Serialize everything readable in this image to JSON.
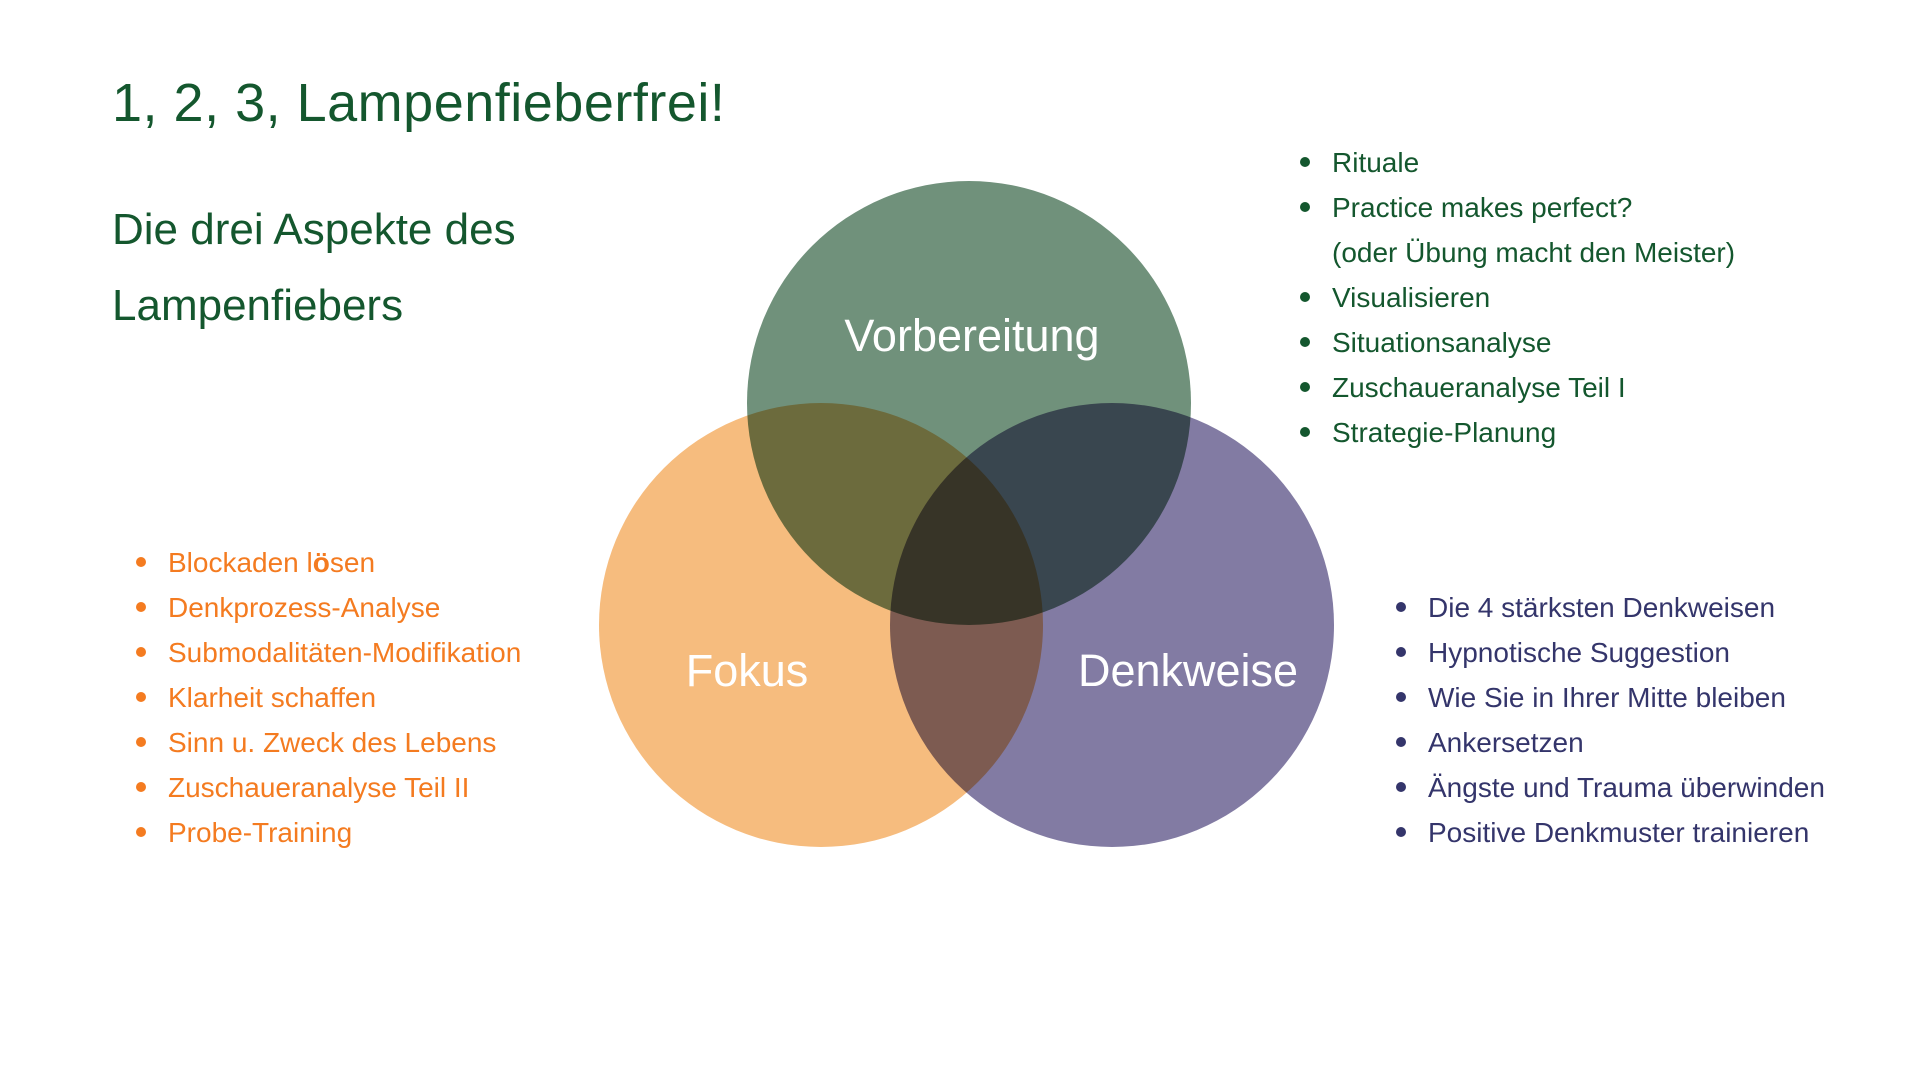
{
  "slide": {
    "title": "1, 2, 3, Lampenfieberfrei!",
    "subtitle_line1": "Die drei Aspekte des",
    "subtitle_line2": "Lampenfiebers"
  },
  "venn": {
    "circles": [
      {
        "label": "Vorbereitung",
        "color": "#70917b"
      },
      {
        "label": "Fokus",
        "color": "#f6bc7e"
      },
      {
        "label": "Denkweise",
        "color": "#827ba3"
      }
    ],
    "label_text_color": "#ffffff"
  },
  "lists": {
    "vorbereitung": {
      "color": "#14572e",
      "items": [
        "Rituale",
        "Practice makes perfect?",
        "(oder Übung macht den Meister)",
        "Visualisieren",
        "Situationsanalyse",
        "Zuschaueranalyse Teil I",
        "Strategie-Planung"
      ]
    },
    "fokus": {
      "color": "#f47b20",
      "item0": {
        "pre": "Blockaden l",
        "bold": "ö",
        "post": "sen"
      },
      "items": [
        "Denkprozess-Analyse",
        "Submodalitäten-Modifikation",
        "Klarheit schaffen",
        "Sinn u. Zweck des Lebens",
        "Zuschaueranalyse Teil II",
        "Probe-Training"
      ]
    },
    "denkweise": {
      "color": "#34356b",
      "items": [
        "Die 4 stärksten Denkweisen",
        "Hypnotische Suggestion",
        "Wie Sie in Ihrer Mitte bleiben",
        "Ankersetzen",
        "Ängste und Trauma überwinden",
        "Positive Denkmuster trainieren"
      ]
    }
  }
}
